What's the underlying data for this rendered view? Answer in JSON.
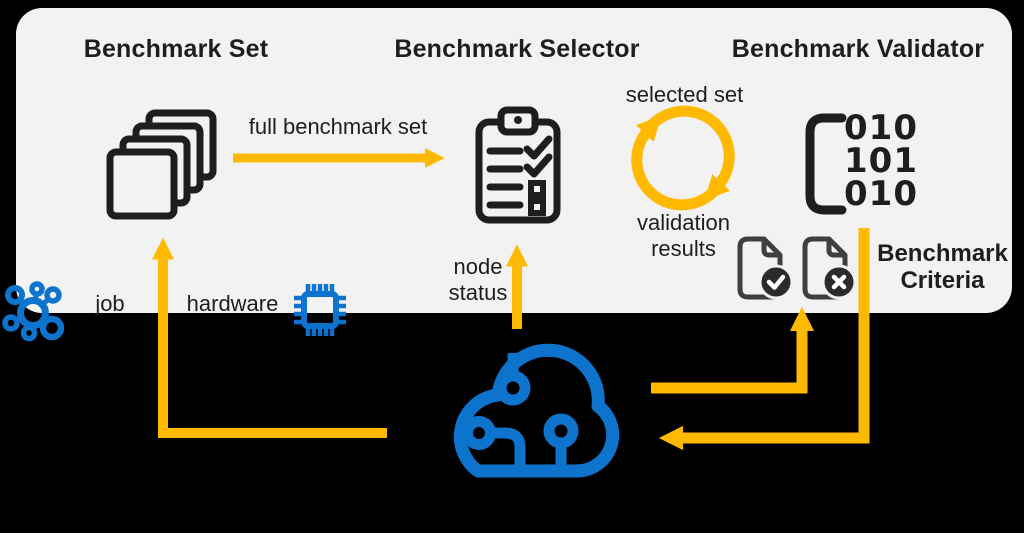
{
  "colors": {
    "background": "#000000",
    "card": "#F2F2F2",
    "arrow_yellow": "#FFB900",
    "icon_blue": "#0D73CD",
    "icon_ink": "#1E1E1E",
    "doc_gray": "#3F3F3F",
    "badge_dark": "#2B2B2B"
  },
  "sections": {
    "benchmark_set": {
      "title": "Benchmark Set"
    },
    "benchmark_selector": {
      "title": "Benchmark Selector"
    },
    "benchmark_validator": {
      "title": "Benchmark Validator"
    }
  },
  "flow_labels": {
    "full_benchmark_set": "full benchmark set",
    "node_status": "node status",
    "selected_set": "selected set",
    "validation_results": "validation results",
    "benchmark_criteria": "Benchmark Criteria",
    "job": "job",
    "hardware": "hardware"
  },
  "binary_icon": {
    "rows": [
      "010",
      "101",
      "010"
    ]
  },
  "icons": {
    "benchmark_set": "stacked-squares-icon",
    "benchmark_selector": "clipboard-checklist-icon",
    "benchmark_validator": "binary-code-icon",
    "validation_cycle": "sync-cycle-icon",
    "doc_pass": "document-check-icon",
    "doc_fail": "document-x-icon",
    "job": "molecule-icon",
    "hardware": "chip-icon",
    "compute": "circuit-cloud-icon"
  }
}
